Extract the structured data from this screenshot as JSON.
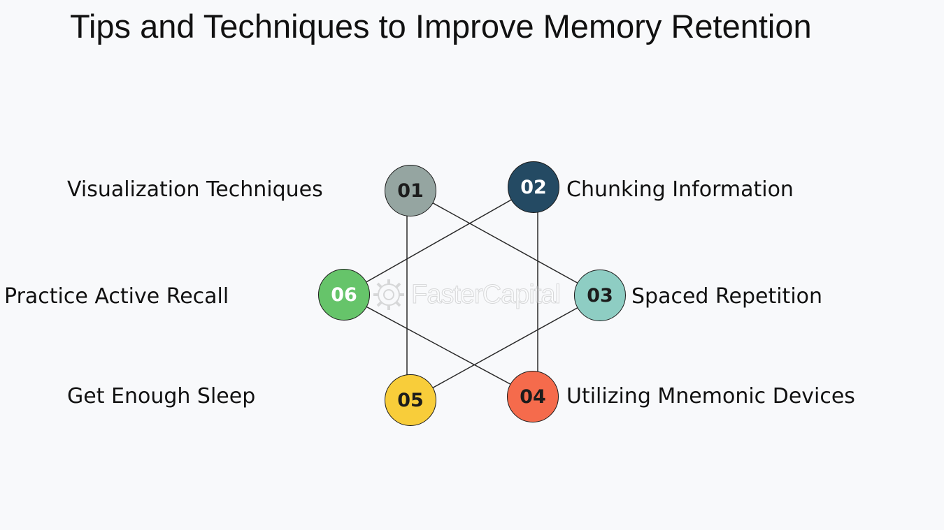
{
  "title": "Tips and Techniques to Improve Memory Retention",
  "watermark": "FasterCapital",
  "nodes": [
    {
      "number": "01",
      "label": "Visualization Techniques",
      "color": "#95a5a1",
      "text_color": "#1c1c1c"
    },
    {
      "number": "02",
      "label": "Chunking Information",
      "color": "#244a63",
      "text_color": "#ffffff"
    },
    {
      "number": "03",
      "label": "Spaced Repetition",
      "color": "#8ecdc3",
      "text_color": "#1c1c1c"
    },
    {
      "number": "04",
      "label": "Utilizing Mnemonic Devices",
      "color": "#f56b4c",
      "text_color": "#1c1c1c"
    },
    {
      "number": "05",
      "label": "Get Enough Sleep",
      "color": "#f8cd3a",
      "text_color": "#1c1c1c"
    },
    {
      "number": "06",
      "label": "Practice Active Recall",
      "color": "#66c46a",
      "text_color": "#ffffff"
    }
  ]
}
